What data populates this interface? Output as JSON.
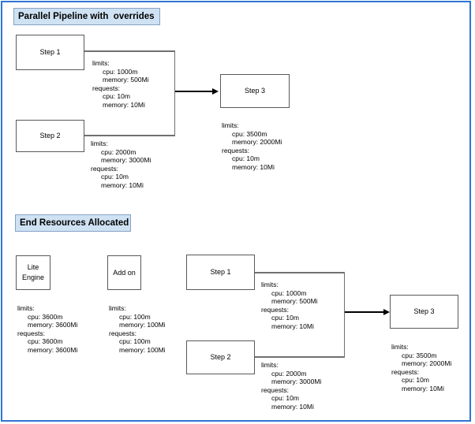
{
  "palette": {
    "frame_border": "#2f75d3",
    "title_fill": "#cfe2f3",
    "title_border": "#86a2c4",
    "node_border": "#595959",
    "connector_gray": "#707070",
    "arrow_black": "#000000"
  },
  "top_section": {
    "title": "Parallel Pipeline with  overrides",
    "nodes": {
      "step1": {
        "label": "Step 1"
      },
      "step2": {
        "label": "Step 2"
      },
      "step3": {
        "label": "Step 3"
      }
    },
    "resources": {
      "step1": {
        "limits_header": "limits:",
        "limits_cpu": "cpu: 1000m",
        "limits_memory": "memory: 500Mi",
        "requests_header": "requests:",
        "requests_cpu": "cpu: 10m",
        "requests_memory": "memory: 10Mi"
      },
      "step2": {
        "limits_header": "limits:",
        "limits_cpu": "cpu: 2000m",
        "limits_memory": "memory: 3000Mi",
        "requests_header": "requests:",
        "requests_cpu": "cpu: 10m",
        "requests_memory": "memory: 10Mi"
      },
      "step3": {
        "limits_header": "limits:",
        "limits_cpu": "cpu: 3500m",
        "limits_memory": "memory: 2000Mi",
        "requests_header": "requests:",
        "requests_cpu": "cpu: 10m",
        "requests_memory": "memory: 10Mi"
      }
    }
  },
  "bottom_section": {
    "title": "End Resources Allocated",
    "nodes": {
      "lite_engine": {
        "label_line1": "Lite",
        "label_line2": "Engine"
      },
      "add_on": {
        "label": "Add on"
      },
      "step1": {
        "label": "Step 1"
      },
      "step2": {
        "label": "Step 2"
      },
      "step3": {
        "label": "Step 3"
      }
    },
    "resources": {
      "lite_engine": {
        "limits_header": "limits:",
        "limits_cpu": "cpu: 3600m",
        "limits_memory": "memory: 3600Mi",
        "requests_header": "requests:",
        "requests_cpu": "cpu: 3600m",
        "requests_memory": "memory: 3600Mi"
      },
      "add_on": {
        "limits_header": "limits:",
        "limits_cpu": "cpu: 100m",
        "limits_memory": "memory: 100Mi",
        "requests_header": "requests:",
        "requests_cpu": "cpu: 100m",
        "requests_memory": "memory: 100Mi"
      },
      "step1": {
        "limits_header": "limits:",
        "limits_cpu": "cpu: 1000m",
        "limits_memory": "memory: 500Mi",
        "requests_header": "requests:",
        "requests_cpu": "cpu: 10m",
        "requests_memory": "memory: 10Mi"
      },
      "step2": {
        "limits_header": "limits:",
        "limits_cpu": "cpu: 2000m",
        "limits_memory": "memory: 3000Mi",
        "requests_header": "requests:",
        "requests_cpu": "cpu: 10m",
        "requests_memory": "memory: 10Mi"
      },
      "step3": {
        "limits_header": "limits:",
        "limits_cpu": "cpu: 3500m",
        "limits_memory": "memory: 2000Mi",
        "requests_header": "requests:",
        "requests_cpu": "cpu: 10m",
        "requests_memory": "memory: 10Mi"
      }
    }
  }
}
